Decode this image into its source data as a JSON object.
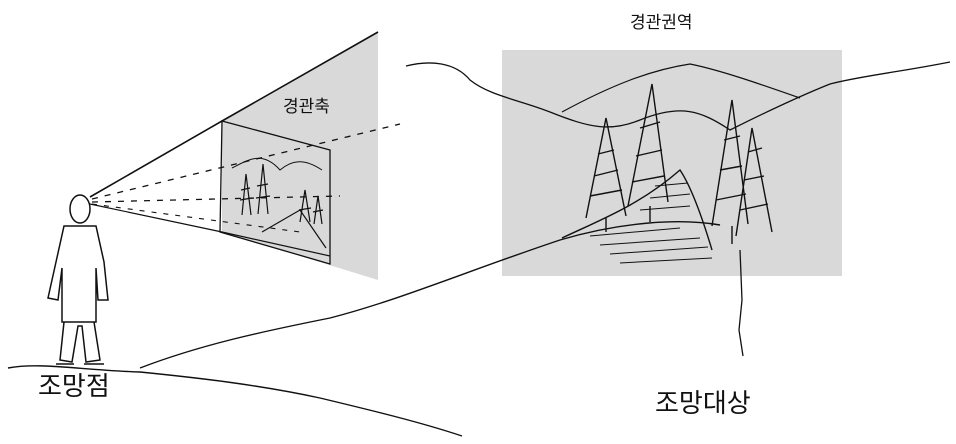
{
  "labels": {
    "landscape_axis": "경관축",
    "landscape_realm": "경관권역",
    "viewpoint": "조망점",
    "viewed_object": "조망대상"
  },
  "colors": {
    "panel_fill": "#d9d9d9",
    "line": "#111111",
    "background": "#ffffff"
  }
}
